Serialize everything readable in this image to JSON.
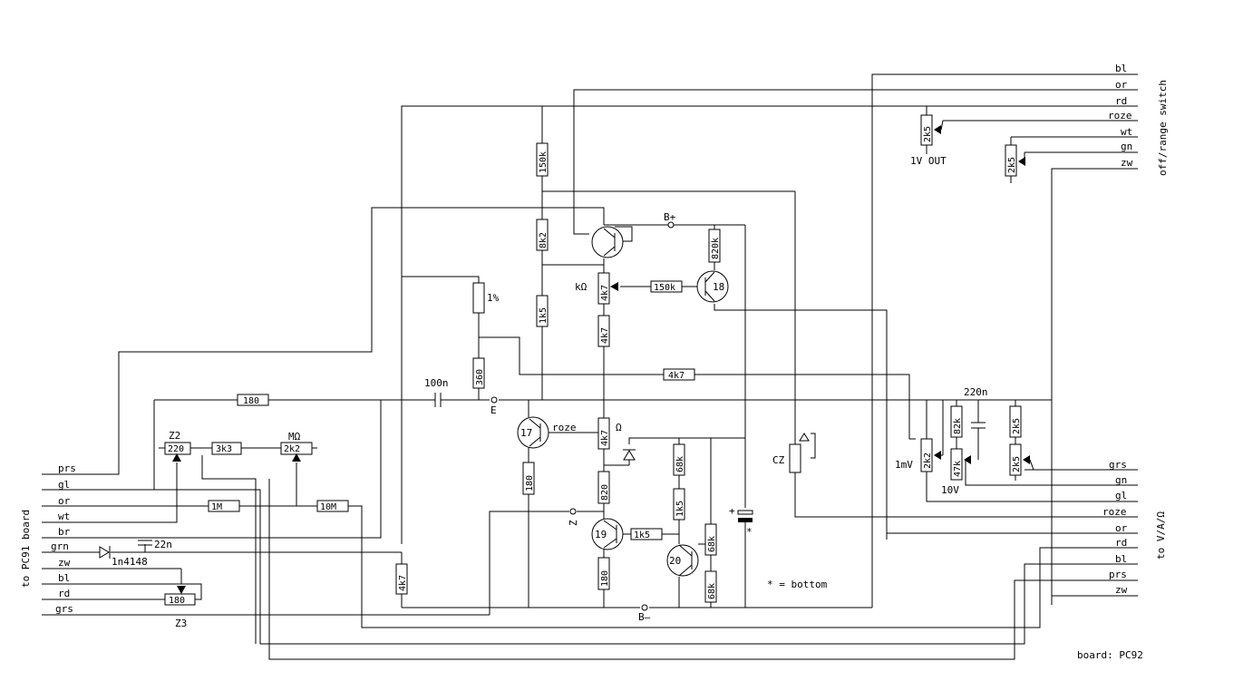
{
  "left_pins": [
    "prs",
    "gl",
    "or",
    "wt",
    "br",
    "grn",
    "zw",
    "bl",
    "rd",
    "grs"
  ],
  "left_side_label": "to PC91 board",
  "top_right_pins": [
    "bl",
    "or",
    "rd",
    "roze",
    "wt",
    "gn",
    "zw"
  ],
  "top_right_side_label": "off/range switch",
  "right_pins": [
    "grs",
    "gn",
    "gl",
    "roze",
    "or",
    "rd",
    "bl",
    "prs",
    "zw"
  ],
  "right_side_label": "to V/A/Ω",
  "board_label": "board: PC92",
  "bottom_note": "* = bottom",
  "resistors": {
    "r150k_top": "150k",
    "r8k2": "8k2",
    "r1k5_a": "1k5",
    "r1pct": "1%",
    "r360": "360",
    "r820k": "820k",
    "r4k7_pot": "4k7",
    "r150k_b": "150k",
    "r4k7_b": "4k7",
    "r4k7_c": "4k7",
    "r4k7_d": "4k7",
    "r180_top": "180",
    "r220": "220",
    "r3k3": "3k3",
    "r2k2_m": "2k2",
    "r1m": "1M",
    "r10m": "10M",
    "r180_z3": "180",
    "r4k7_e": "4k7",
    "r180_b": "180",
    "r820": "820",
    "r68k_a": "68k",
    "r1k5_b": "1k5",
    "r1k5_c": "1k5",
    "r68k_b": "68k",
    "r68k_c": "68k",
    "r180_c": "180",
    "r2k5_out": "2k5",
    "r2k5_sw": "2k5",
    "r82k": "82k",
    "r2k2_mv": "2k2",
    "r47k": "47k",
    "r2k5_c": "2k5",
    "r2k5_d": "2k5"
  },
  "labels": {
    "b_plus": "B+",
    "b_minus": "B–",
    "e": "E",
    "z": "Z",
    "k_ohm": "kΩ",
    "ohm": "Ω",
    "roze": "roze",
    "z2": "Z2",
    "z3": "Z3",
    "m_ohm": "MΩ",
    "c100n": "100n",
    "c22n": "22n",
    "c220n": "220n",
    "d1n4148": "1n4148",
    "cz": "CZ",
    "out1v": "1V OUT",
    "mv1": "1mV",
    "v10": "10V",
    "star": "*",
    "plus": "+"
  },
  "transistors": [
    "17",
    "18",
    "19",
    "20"
  ]
}
